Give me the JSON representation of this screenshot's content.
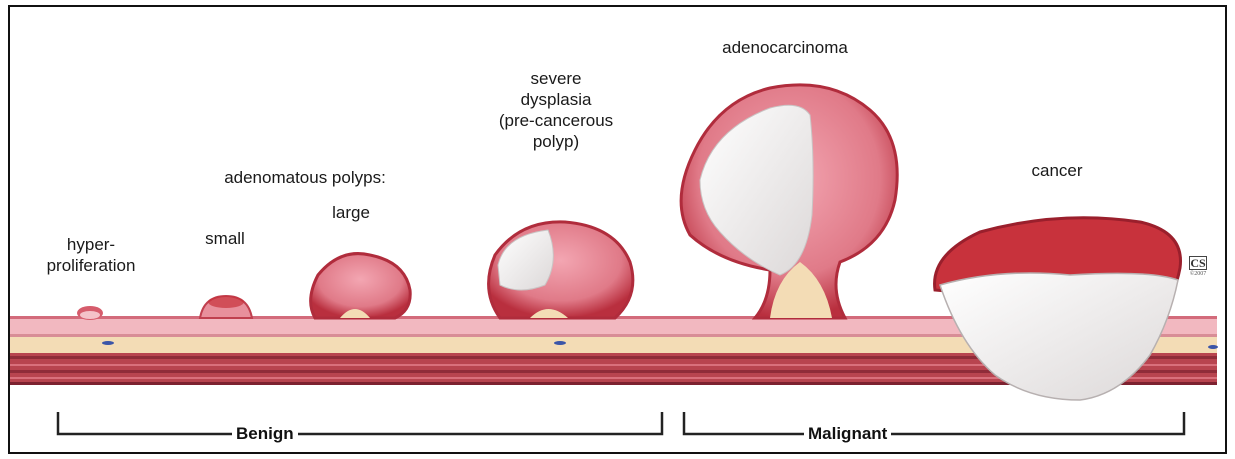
{
  "stages": {
    "hyperproliferation": "hyper-\nproliferation",
    "adenomatous_polyps": "adenomatous polyps:",
    "small": "small",
    "large": "large",
    "severe_dysplasia": "severe\ndysplasia\n(pre-cancerous\npolyp)",
    "adenocarcinoma": "adenocarcinoma",
    "cancer": "cancer"
  },
  "brackets": {
    "benign": "Benign",
    "malignant": "Malignant"
  },
  "logo": {
    "mark": "CS",
    "sub": "©2007"
  },
  "colors": {
    "mucosa": "#f2b8c0",
    "mucosa_edge": "#c94a5e",
    "tumor_red": "#c8323c",
    "tumor_white": "#f1efef",
    "submucosa": "#f3dcb5",
    "muscle": "#b8444f",
    "muscle_dark": "#7d2230"
  }
}
